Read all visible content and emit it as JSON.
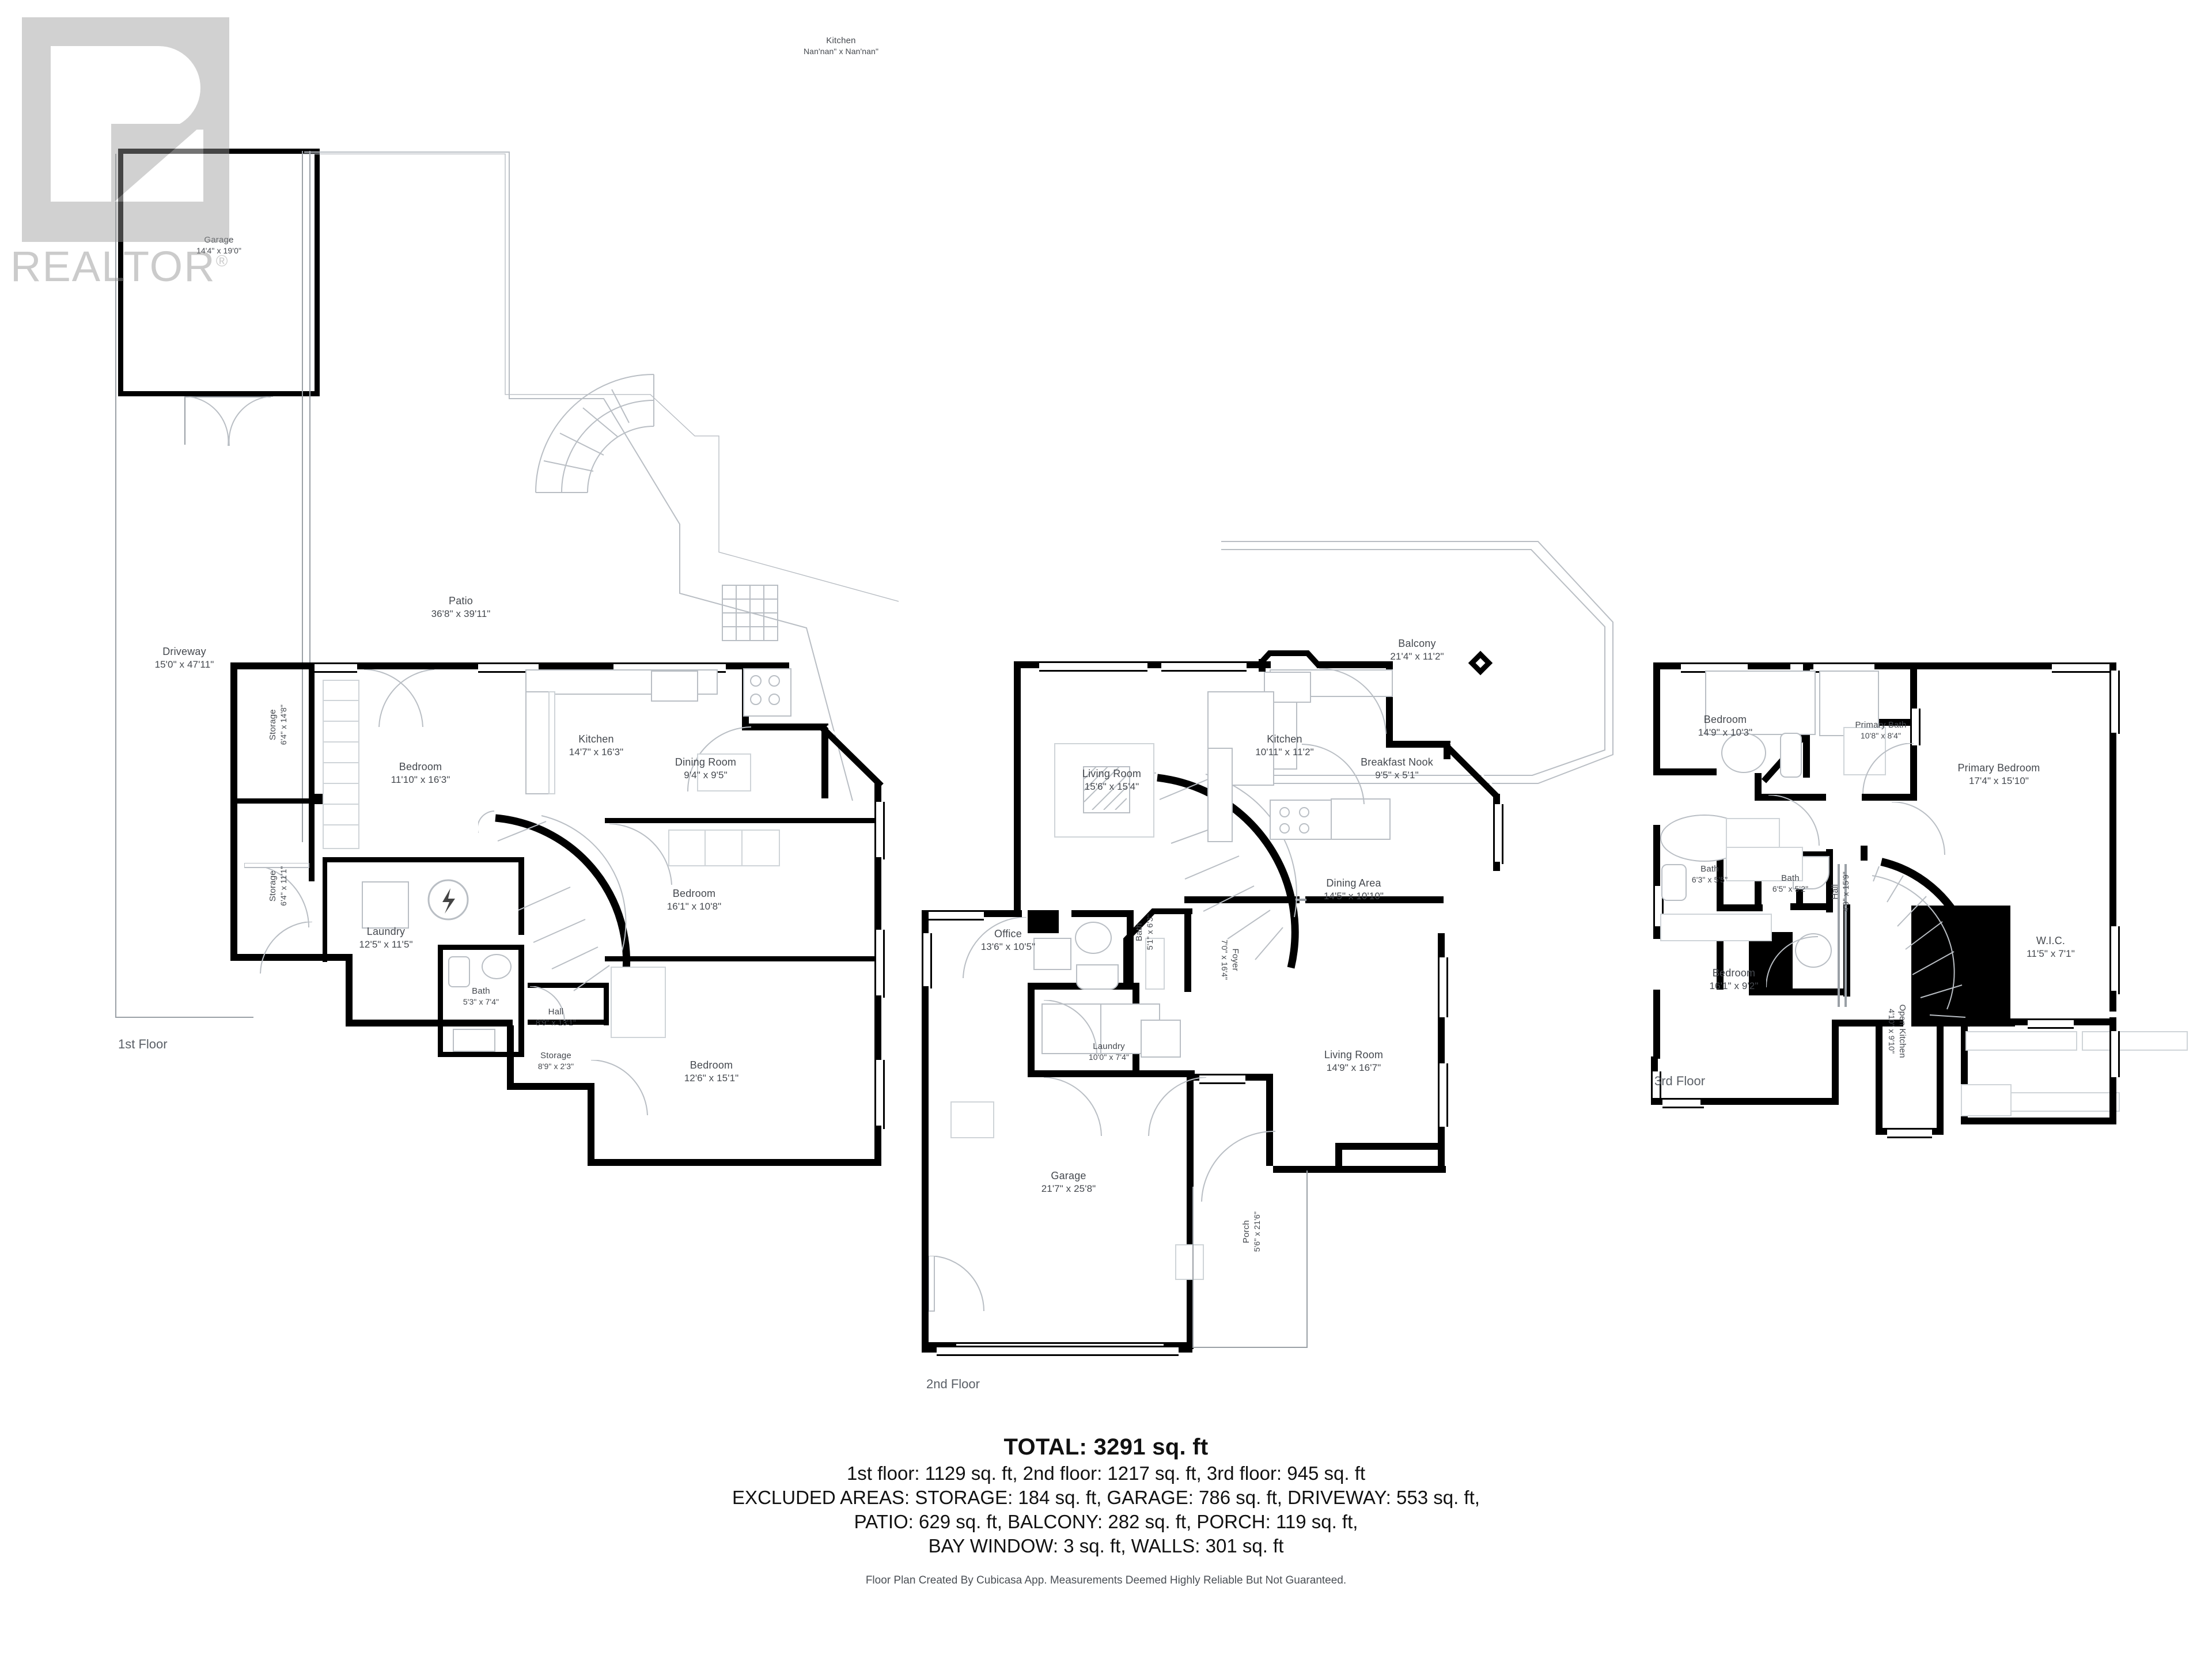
{
  "watermark": {
    "text": "REALTOR",
    "registered": "®"
  },
  "stray_label": {
    "name": "Kitchen",
    "dim": "Nan'nan\" x Nan'nan\""
  },
  "floors": [
    {
      "id": "floor-1",
      "caption": "1st Floor",
      "rooms": [
        {
          "name": "Garage",
          "dim": "14'4\" x 19'0\""
        },
        {
          "name": "Driveway",
          "dim": "15'0\" x 47'11\""
        },
        {
          "name": "Patio",
          "dim": "36'8\" x 39'11\""
        },
        {
          "name": "Storage",
          "dim": "6'4\" x 14'8\""
        },
        {
          "name": "Storage",
          "dim": "6'4\" x 11'1\""
        },
        {
          "name": "Bedroom",
          "dim": "11'10\" x 16'3\""
        },
        {
          "name": "Kitchen",
          "dim": "14'7\" x 16'3\""
        },
        {
          "name": "Dining Room",
          "dim": "9'4\" x 9'5\""
        },
        {
          "name": "Laundry",
          "dim": "12'5\" x 11'5\""
        },
        {
          "name": "Bath",
          "dim": "5'3\" x 7'4\""
        },
        {
          "name": "Bedroom",
          "dim": "16'1\" x 10'8\""
        },
        {
          "name": "Hall",
          "dim": "8'9\" x 13'1\""
        },
        {
          "name": "Storage",
          "dim": "8'9\" x 2'3\""
        },
        {
          "name": "Bedroom",
          "dim": "12'6\" x 15'1\""
        }
      ]
    },
    {
      "id": "floor-2",
      "caption": "2nd Floor",
      "rooms": [
        {
          "name": "Balcony",
          "dim": "21'4\" x 11'2\""
        },
        {
          "name": "Kitchen",
          "dim": "10'11\" x 11'2\""
        },
        {
          "name": "Breakfast Nook",
          "dim": "9'5\" x 5'1\""
        },
        {
          "name": "Living Room",
          "dim": "15'6\" x 15'4\""
        },
        {
          "name": "Dining Area",
          "dim": "14'5\" x 10'10\""
        },
        {
          "name": "Living Room",
          "dim": "14'9\" x 16'7\""
        },
        {
          "name": "Office",
          "dim": "13'6\" x 10'5\""
        },
        {
          "name": "Bath",
          "dim": "5'1\" x 6'3\""
        },
        {
          "name": "Laundry",
          "dim": "10'0\" x 7'4\""
        },
        {
          "name": "Foyer",
          "dim": "7'0\" x 16'4\""
        },
        {
          "name": "Garage",
          "dim": "21'7\" x 25'8\""
        },
        {
          "name": "Porch",
          "dim": "5'6\" x 21'6\""
        }
      ]
    },
    {
      "id": "floor-3",
      "caption": "3rd Floor",
      "rooms": [
        {
          "name": "Bedroom",
          "dim": "14'9\" x 10'3\""
        },
        {
          "name": "Primary Bath",
          "dim": "10'8\" x 8'4\""
        },
        {
          "name": "Primary Bedroom",
          "dim": "17'4\" x 15'10\""
        },
        {
          "name": "Bath",
          "dim": "6'3\" x 5'5\""
        },
        {
          "name": "Bath",
          "dim": "6'5\" x 5'2\""
        },
        {
          "name": "Hall",
          "dim": "4'9\" x 15'9\""
        },
        {
          "name": "W.I.C.",
          "dim": "11'5\" x 7'1\""
        },
        {
          "name": "Bedroom",
          "dim": "16'1\" x 9'2\""
        },
        {
          "name": "Open Kitchen",
          "dim": "4'10\" x 9'10\""
        }
      ]
    }
  ],
  "summary": {
    "total": "TOTAL: 3291 sq. ft",
    "line1": "1st floor: 1129 sq. ft, 2nd floor: 1217 sq. ft, 3rd floor: 945 sq. ft",
    "line2": "EXCLUDED AREAS: STORAGE: 184 sq. ft, GARAGE: 786 sq. ft, DRIVEWAY: 553 sq. ft,",
    "line3": "PATIO: 629 sq. ft, BALCONY: 282 sq. ft, PORCH: 119 sq. ft,",
    "line4": "BAY WINDOW: 3 sq. ft, WALLS: 301 sq. ft",
    "credit": "Floor Plan Created By Cubicasa App. Measurements Deemed Highly Reliable But Not Guaranteed."
  }
}
